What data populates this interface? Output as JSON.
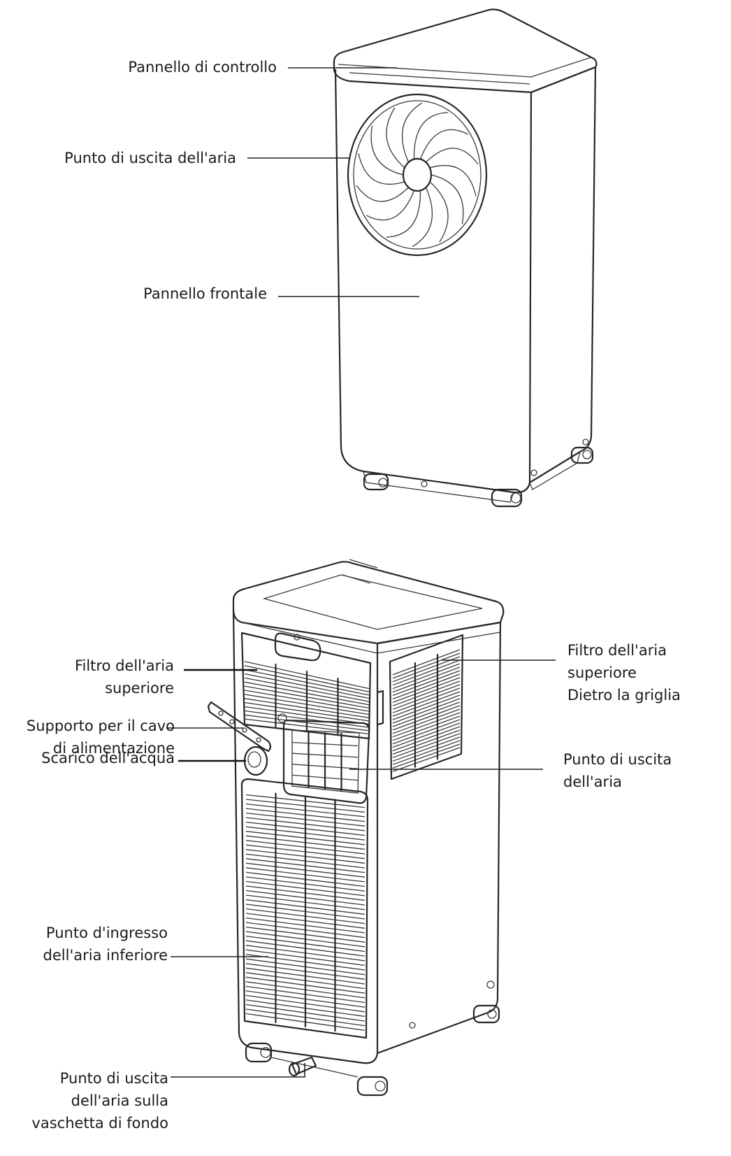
{
  "figure_front": {
    "control_panel": "Pannello di controllo",
    "air_outlet": "Punto di uscita dell'aria",
    "front_panel": "Pannello frontale"
  },
  "figure_back": {
    "upper_filter_left": [
      "Filtro dell'aria",
      "superiore"
    ],
    "cable_holder": [
      "Supporto per il cavo",
      "di alimentazione"
    ],
    "water_drain": "Scarico dell'acqua",
    "lower_air_inlet": [
      "Punto d'ingresso",
      "dell'aria inferiore"
    ],
    "tray_outlet": [
      "Punto di uscita",
      "dell'aria sulla",
      "vaschetta di fondo"
    ],
    "upper_filter_right": [
      "Filtro dell'aria",
      "superiore",
      "Dietro la griglia"
    ],
    "air_outlet_back": [
      "Punto di uscita",
      "dell'aria"
    ]
  }
}
